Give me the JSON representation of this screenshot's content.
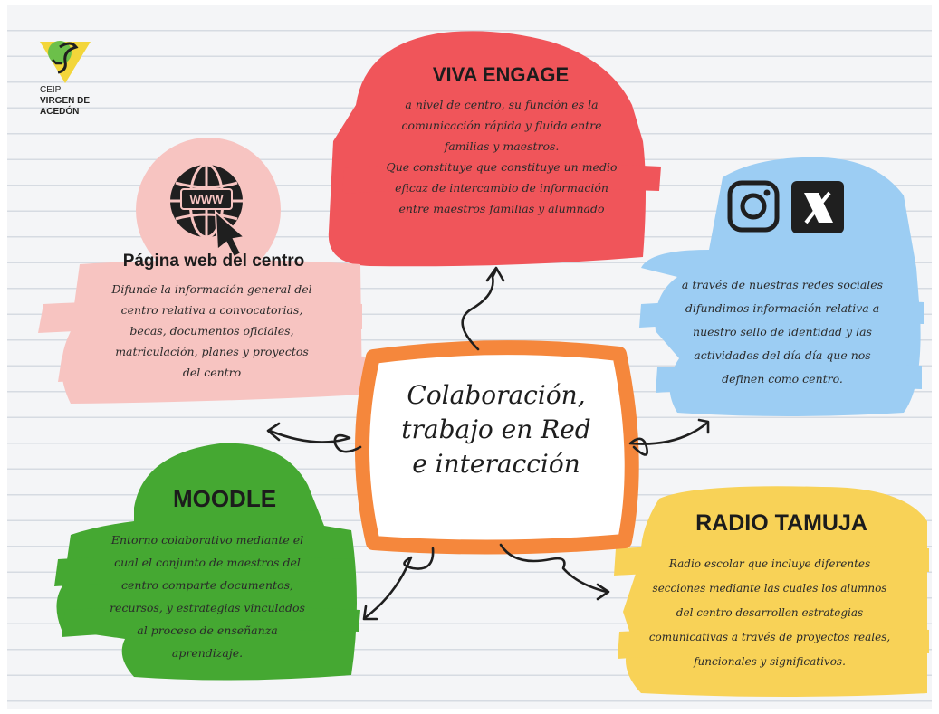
{
  "logo": {
    "line1": "CEIP",
    "line2": "VIRGEN DE",
    "line3": "ACEDÓN"
  },
  "central": {
    "lines": [
      "Colaboración,",
      "trabajo en Red",
      "e interacción"
    ]
  },
  "viva_engage": {
    "title": "VIVA ENGAGE",
    "lines": [
      "a nivel de centro, su función es la",
      "comunicación rápida y fluida entre",
      "familias y maestros.",
      "Que constituye  que constituye un medio",
      "eficaz de intercambio de información",
      "entre maestros familias y alumnado"
    ]
  },
  "web": {
    "title": "Página web del centro",
    "icon_label": "WWW",
    "lines": [
      "Difunde la información general del",
      "centro relativa a convocatorias,",
      "becas, documentos oficiales,",
      "matriculación, planes y proyectos",
      "del centro"
    ]
  },
  "social": {
    "lines": [
      "a través de nuestras redes sociales",
      "difundimos información relativa a",
      "nuestro sello de identidad y las",
      "actividades del día día que nos",
      "definen como centro."
    ]
  },
  "moodle": {
    "title": "MOODLE",
    "lines": [
      "Entorno colaborativo mediante el",
      "cual el conjunto de maestros del",
      "centro comparte documentos,",
      "recursos,  y estrategias vinculados",
      "al proceso de enseñanza",
      "aprendizaje."
    ]
  },
  "radio": {
    "title": "RADIO TAMUJA",
    "lines": [
      "Radio escolar que incluye diferentes",
      "secciones mediante las cuales los alumnos",
      "del centro desarrollen estrategias",
      "comunicativas a través de proyectos reales,",
      "funcionales y significativos."
    ]
  },
  "colors": {
    "viva": "#f0555a",
    "web": "#f7c4c1",
    "social": "#9ccdf3",
    "moodle": "#45a832",
    "radio": "#f8d257",
    "center_border": "#f5873c"
  }
}
